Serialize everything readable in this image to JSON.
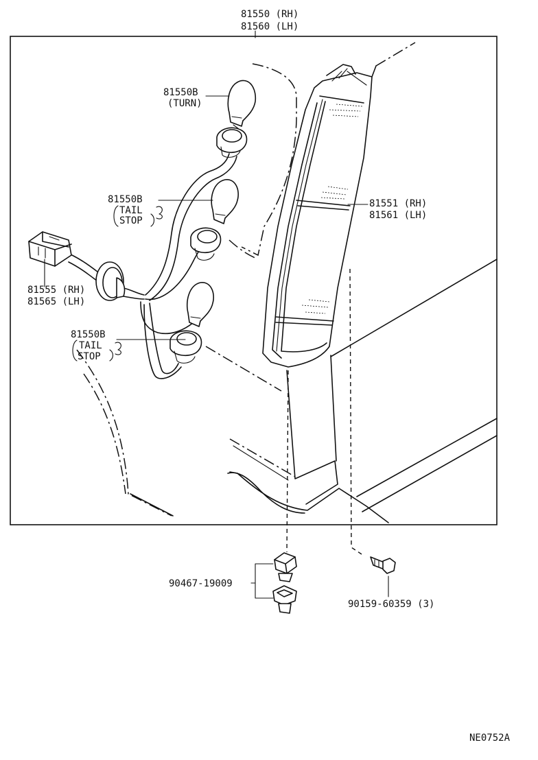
{
  "labels": {
    "housing_rh": "81550 (RH)",
    "housing_lh": "81560 (LH)",
    "bulb_turn_part": "81550B",
    "bulb_turn_desc": "(TURN)",
    "bulb_tail1_part": "81550B",
    "bulb_tail1_desc1": "TAIL",
    "bulb_tail1_desc2": "STOP",
    "bulb_tail2_part": "81550B",
    "bulb_tail2_desc1": "TAIL",
    "bulb_tail2_desc2": "STOP",
    "socket_rh": "81555 (RH)",
    "socket_lh": "81565 (LH)",
    "lens_rh": "81551 (RH)",
    "lens_lh": "81561 (LH)",
    "clip_part": "90467-19009",
    "screw_part": "90159-60359 (3)",
    "diagram_code": "NE0752A"
  }
}
